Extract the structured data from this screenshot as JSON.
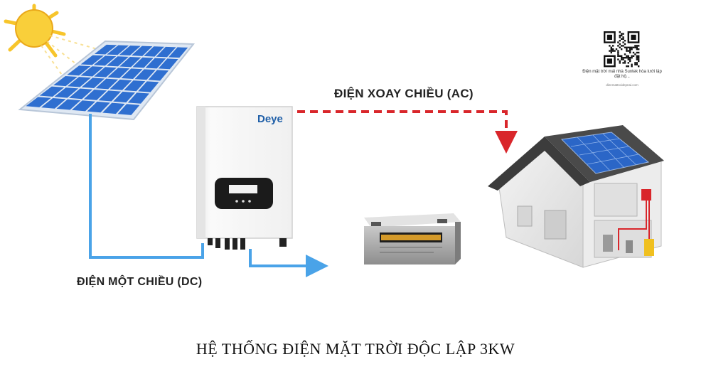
{
  "diagram": {
    "title": "HỆ THỐNG ĐIỆN MẶT TRỜI ĐỘC LẬP 3KW",
    "ac_label": "ĐIỆN XOAY CHIỀU (AC)",
    "dc_label": "ĐIỆN MỘT CHIỀU (DC)",
    "inverter_brand": "Deye",
    "qr_caption": "Điện mặt trời mái nhà Suntek hòa lưới lập đặt hộ...",
    "qr_url": "dienmattroidepnai.com"
  },
  "colors": {
    "dc_line": "#4aa3e8",
    "ac_line": "#d9262b",
    "panel_cell": "#2f6fd0",
    "panel_frame": "#dfe8f3",
    "sun": "#f7c52b",
    "brand": "#1f5fa8"
  },
  "icons": [
    "sun-icon",
    "solar-panel-icon",
    "inverter-icon",
    "battery-icon",
    "house-icon",
    "qr-code-icon"
  ]
}
